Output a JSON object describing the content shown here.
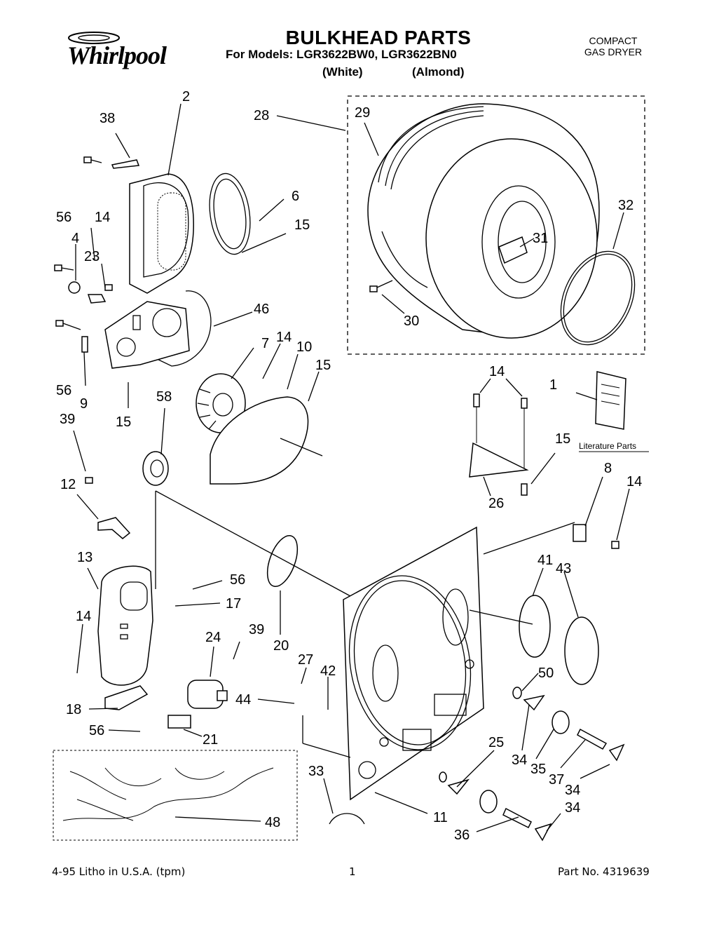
{
  "header": {
    "brand": "Whirlpool",
    "title": "BULKHEAD PARTS",
    "models_line": "For Models: LGR3622BW0, LGR3622BN0",
    "color_white": "(White)",
    "color_almond": "(Almond)",
    "product_type_line1": "COMPACT",
    "product_type_line2": "GAS DRYER"
  },
  "literature_label": "Literature Parts",
  "callouts": {
    "c2": "2",
    "c38": "38",
    "c28": "28",
    "c29": "29",
    "c6": "6",
    "c15a": "15",
    "c56a": "56",
    "c14a": "14",
    "c4": "4",
    "c23": "23",
    "c32": "32",
    "c31": "31",
    "c30": "30",
    "c46": "46",
    "c7": "7",
    "c14b": "14",
    "c10": "10",
    "c15b": "15",
    "c56b": "56",
    "c9": "9",
    "c15c": "15",
    "c58": "58",
    "c14c": "14",
    "c1": "1",
    "c39a": "39",
    "c15d": "15",
    "c12": "12",
    "c26": "26",
    "c8": "8",
    "c14d": "14",
    "c13": "13",
    "c56c": "56",
    "c17": "17",
    "c41": "41",
    "c43": "43",
    "c14e": "14",
    "c39b": "39",
    "c20": "20",
    "c24": "24",
    "c27": "27",
    "c42": "42",
    "c50": "50",
    "c18": "18",
    "c44": "44",
    "c56d": "56",
    "c21": "21",
    "c25": "25",
    "c34a": "34",
    "c35": "35",
    "c33": "33",
    "c37": "37",
    "c34b": "34",
    "c48": "48",
    "c11": "11",
    "c36": "36",
    "c34c": "34"
  },
  "footer": {
    "left": "4-95  Litho in U.S.A. (tpm)",
    "page": "1",
    "part_no": "Part No. 4319639"
  }
}
